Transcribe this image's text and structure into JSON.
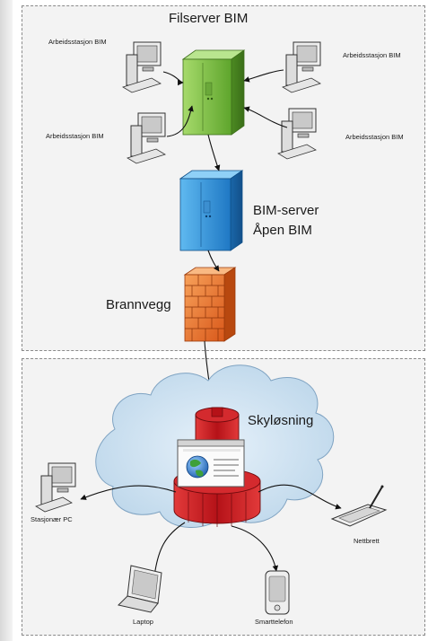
{
  "top_zone": {
    "title": "Filserver BIM",
    "workstations": [
      "Arbeidsstasjon BIM",
      "Arbeidsstasjon BIM",
      "Arbeidsstasjon BIM",
      "Arbeidsstasjon BIM"
    ],
    "bim_server_line1": "BIM-server",
    "bim_server_line2": "Åpen BIM",
    "firewall": "Brannvegg"
  },
  "bottom_zone": {
    "cloud": "Skyløsning",
    "desktop": "Stasjonær PC",
    "tablet": "Nettbrett",
    "laptop": "Laptop",
    "phone": "Smarttelefon"
  },
  "colors": {
    "file_server": "#7dc242",
    "bim_server": "#2a8fd8",
    "firewall": "#e8762a",
    "cloud": "#cfe3f2",
    "cloud_server": "#c4161c"
  }
}
